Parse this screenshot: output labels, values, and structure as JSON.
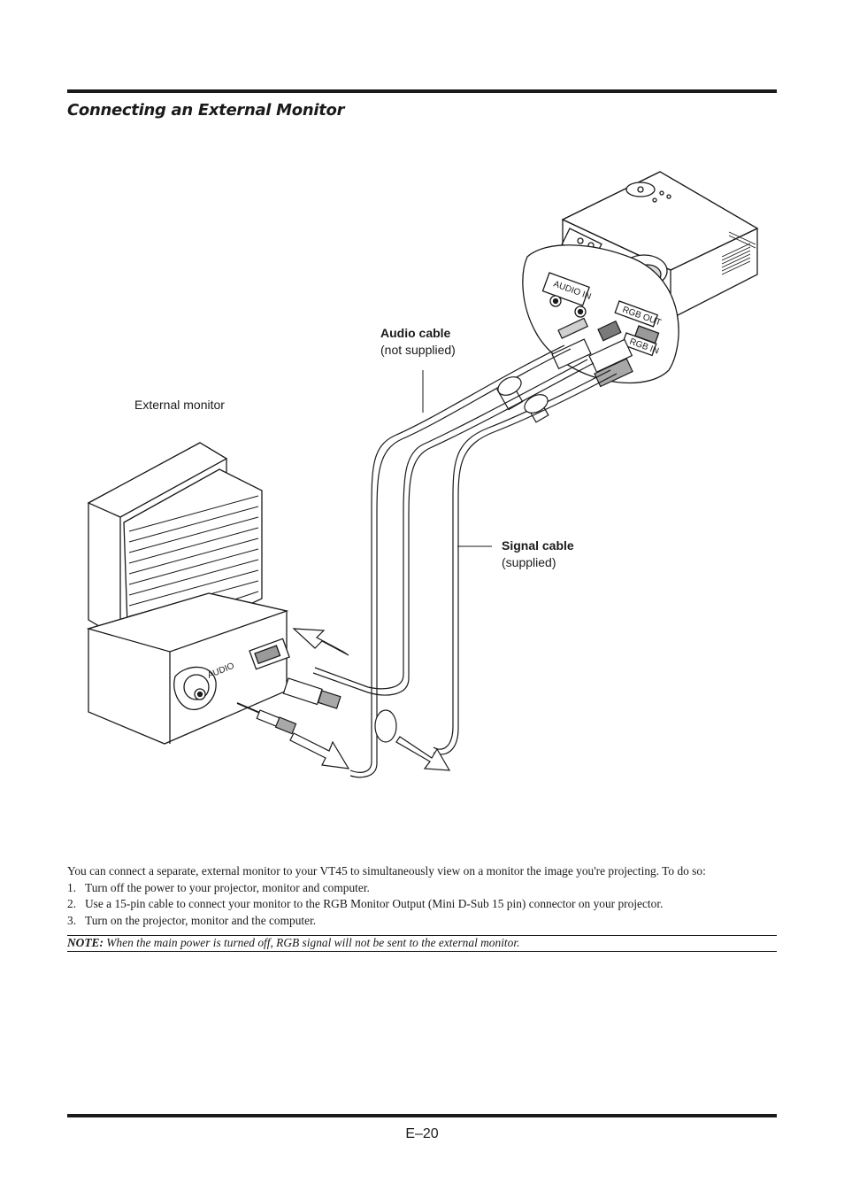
{
  "section_title": "Connecting an External Monitor",
  "diagram": {
    "audio_cable_label": "Audio cable",
    "audio_cable_sublabel": "(not supplied)",
    "external_monitor_label": "External monitor",
    "signal_cable_label": "Signal cable",
    "signal_cable_sublabel": "(supplied)",
    "port_audio_in": "AUDIO IN",
    "port_rgb_out": "RGB OUT",
    "port_rgb_in": "RGB IN",
    "port_audio": "AUDIO"
  },
  "intro": "You can connect a separate, external monitor to your VT45 to simultaneously view on a monitor the image you're projecting. To do so:",
  "steps": [
    {
      "num": "1.",
      "text": "Turn off the power to your projector, monitor and computer."
    },
    {
      "num": "2.",
      "text": "Use a 15-pin cable to connect your monitor to the RGB Monitor Output (Mini D-Sub 15 pin) connector on your projector."
    },
    {
      "num": "3.",
      "text": "Turn on the projector, monitor and the computer."
    }
  ],
  "note_label": "NOTE:",
  "note_text": " When the main power is turned off, RGB signal will not be sent to the external monitor.",
  "page_number": "E–20"
}
